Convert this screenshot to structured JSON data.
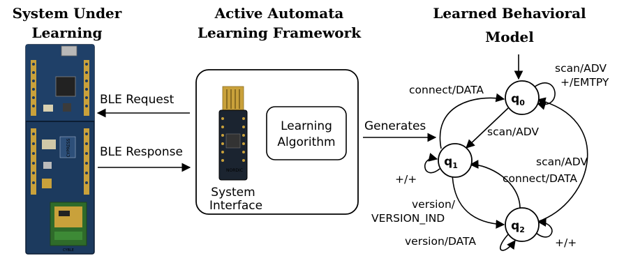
{
  "headings": {
    "sul": [
      "System Under",
      "Learning"
    ],
    "framework": [
      "Active Automata",
      "Learning Framework"
    ],
    "model": [
      "Learned Behavioral",
      "Model"
    ]
  },
  "arrows": {
    "ble_request": "BLE Request",
    "ble_response": "BLE Response",
    "generates": "Generates"
  },
  "framework_box": {
    "system_interface": [
      "System",
      "Interface"
    ],
    "learning_algorithm": [
      "Learning",
      "Algorithm"
    ],
    "dongle_label": "NORDIC"
  },
  "board": {
    "chip_label": "CYPRESS",
    "module_label": "CYBLE"
  },
  "automaton": {
    "states": [
      {
        "id": "q0",
        "base": "q",
        "sub": "0"
      },
      {
        "id": "q1",
        "base": "q",
        "sub": "1"
      },
      {
        "id": "q2",
        "base": "q",
        "sub": "2"
      }
    ],
    "transition_labels": {
      "q0_self_1": "scan/ADV",
      "q0_self_2": "+/EMTPY",
      "q1_to_q0": "connect/DATA",
      "q0_to_q1": "scan/ADV",
      "q1_self": "+/+",
      "q2_to_q0": "scan/ADV",
      "q2_to_q1": "connect/DATA",
      "q1_to_q2_1": "version/",
      "q1_to_q2_2": "VERSION_IND",
      "q2_self_in": "version/DATA",
      "q2_self": "+/+"
    }
  },
  "colors": {
    "board_blue": "#1c3a5e",
    "board_dark": "#10253f",
    "gold": "#c9a13b",
    "module_green": "#2f6b2a",
    "dongle_dark": "#1b2430"
  }
}
